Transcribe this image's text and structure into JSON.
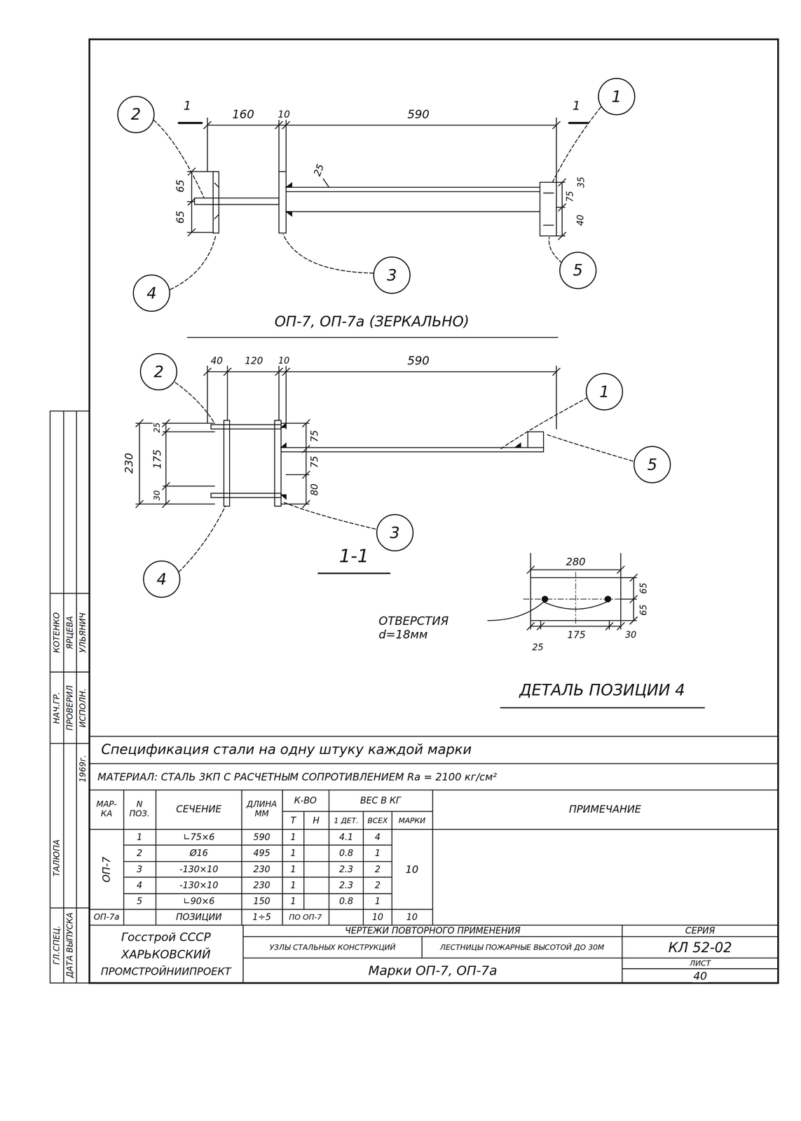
{
  "diagram": {
    "nodes": [
      {
        "text": [
          "2"
        ]
      },
      {
        "text": [
          "1"
        ]
      },
      {
        "text": [
          "3"
        ]
      },
      {
        "text": [
          "5"
        ]
      },
      {
        "text": [
          "4"
        ]
      },
      {
        "text": [
          "2"
        ]
      },
      {
        "text": [
          "1"
        ]
      },
      {
        "text": [
          "5"
        ]
      },
      {
        "text": [
          "3"
        ]
      },
      {
        "text": [
          "4"
        ]
      }
    ],
    "labels": [
      "1",
      "1",
      "160",
      "10",
      "590",
      "25",
      "65",
      "65",
      "75",
      "35",
      "40",
      "ОП-7, ОП-7а (ЗЕРКАЛЬНО)",
      "40",
      "120",
      "10",
      "590",
      "230",
      "25",
      "175",
      "30",
      "75",
      "75",
      "80",
      "1-1",
      "280",
      "65",
      "65",
      "175",
      "30",
      "25",
      "ОТВЕРСТИЯ d=18мм",
      "ДЕТАЛЬ ПОЗИЦИИ 4",
      "Спецификация стали на одну штуку каждой марки",
      "МАТЕРИАЛ: СТАЛЬ 3КП С РАСЧЕТНЫМ СОПРОТИВЛЕНИЕМ Ra = 2100 кг/см²",
      "МАР-КА",
      "N ПОЗ.",
      "СЕЧЕНИЕ",
      "ДЛИНА ММ",
      "К-ВО",
      "Т",
      "Н",
      "ВЕС В КГ",
      "1 ДЕТ.",
      "ВСЕХ",
      "МАРКИ",
      "ПРИМЕЧАНИЕ",
      "ОП-7",
      "1",
      "∟75×6",
      "590",
      "1",
      "4.1",
      "4",
      "2",
      "Ø16",
      "495",
      "1",
      "0.8",
      "1",
      "3",
      "-130×10",
      "230",
      "1",
      "2.3",
      "2",
      "4",
      "-130×10",
      "230",
      "1",
      "2.3",
      "2",
      "5",
      "∟90×6",
      "150",
      "1",
      "0.8",
      "1",
      "10",
      "ОП-7а",
      "ПОЗИЦИИ",
      "1÷5",
      "ПО ОП-7",
      "10",
      "10",
      "Госстрой СССР",
      "ХАРЬКОВСКИЙ",
      "ПРОМСТРОЙНИИПРОЕКТ",
      "ЧЕРТЕЖИ ПОВТОРНОГО ПРИМЕНЕНИЯ",
      "УЗЛЫ СТАЛЬНЫХ КОНСТРУКЦИЙ",
      "ЛЕСТНИЦЫ ПОЖАРНЫЕ ВЫСОТОЙ ДО 30М",
      "Марки ОП-7, ОП-7а",
      "СЕРИЯ",
      "КЛ 52-02",
      "ЛИСТ",
      "40",
      "НАЧ.ГР.",
      "КОТЕНКО",
      "ПРОВЕРИЛ",
      "ЯРЦЕВА",
      "ИСПОЛН.",
      "УЛЬЯНИЧ",
      "ГЛ.СПЕЦ.",
      "ТАЛЮПА",
      "ДАТА ВЫПУСКА",
      "1969г."
    ]
  }
}
